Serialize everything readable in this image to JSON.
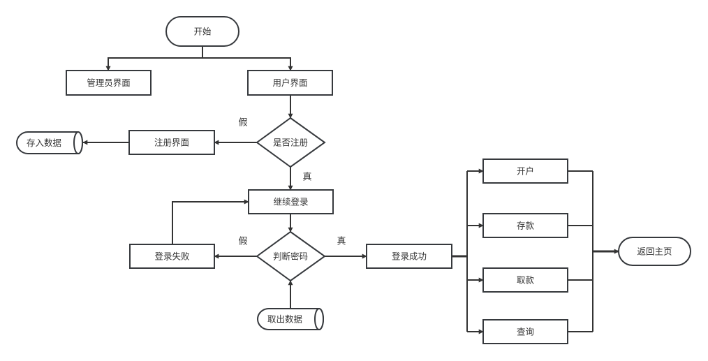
{
  "diagram": {
    "type": "flowchart",
    "nodes": {
      "start": {
        "label": "开始",
        "kind": "terminal"
      },
      "admin_ui": {
        "label": "管理员界面",
        "kind": "process"
      },
      "user_ui": {
        "label": "用户界面",
        "kind": "process"
      },
      "is_registered": {
        "label": "是否注册",
        "kind": "decision"
      },
      "register_ui": {
        "label": "注册界面",
        "kind": "process"
      },
      "store_data": {
        "label": "存入数据",
        "kind": "data-store"
      },
      "continue_login": {
        "label": "继续登录",
        "kind": "process"
      },
      "check_password": {
        "label": "判断密码",
        "kind": "decision"
      },
      "login_failed": {
        "label": "登录失败",
        "kind": "process"
      },
      "fetch_data": {
        "label": "取出数据",
        "kind": "data-store"
      },
      "login_success": {
        "label": "登录成功",
        "kind": "process"
      },
      "open_account": {
        "label": "开户",
        "kind": "process"
      },
      "deposit": {
        "label": "存款",
        "kind": "process"
      },
      "withdraw": {
        "label": "取款",
        "kind": "process"
      },
      "query": {
        "label": "查询",
        "kind": "process"
      },
      "return_home": {
        "label": "返回主页",
        "kind": "terminal"
      }
    },
    "edge_labels": {
      "register_false": "假",
      "register_true": "真",
      "password_false": "假",
      "password_true": "真"
    },
    "edges": [
      {
        "from": "start",
        "to": "admin_ui"
      },
      {
        "from": "start",
        "to": "user_ui"
      },
      {
        "from": "user_ui",
        "to": "is_registered"
      },
      {
        "from": "is_registered",
        "to": "register_ui",
        "label": "假"
      },
      {
        "from": "register_ui",
        "to": "store_data"
      },
      {
        "from": "is_registered",
        "to": "continue_login",
        "label": "真"
      },
      {
        "from": "continue_login",
        "to": "check_password"
      },
      {
        "from": "check_password",
        "to": "login_failed",
        "label": "假"
      },
      {
        "from": "login_failed",
        "to": "continue_login"
      },
      {
        "from": "fetch_data",
        "to": "check_password"
      },
      {
        "from": "check_password",
        "to": "login_success",
        "label": "真"
      },
      {
        "from": "login_success",
        "to": "open_account"
      },
      {
        "from": "login_success",
        "to": "deposit"
      },
      {
        "from": "login_success",
        "to": "withdraw"
      },
      {
        "from": "login_success",
        "to": "query"
      },
      {
        "from": "open_account",
        "to": "return_home"
      },
      {
        "from": "deposit",
        "to": "return_home"
      },
      {
        "from": "withdraw",
        "to": "return_home"
      },
      {
        "from": "query",
        "to": "return_home"
      }
    ]
  }
}
